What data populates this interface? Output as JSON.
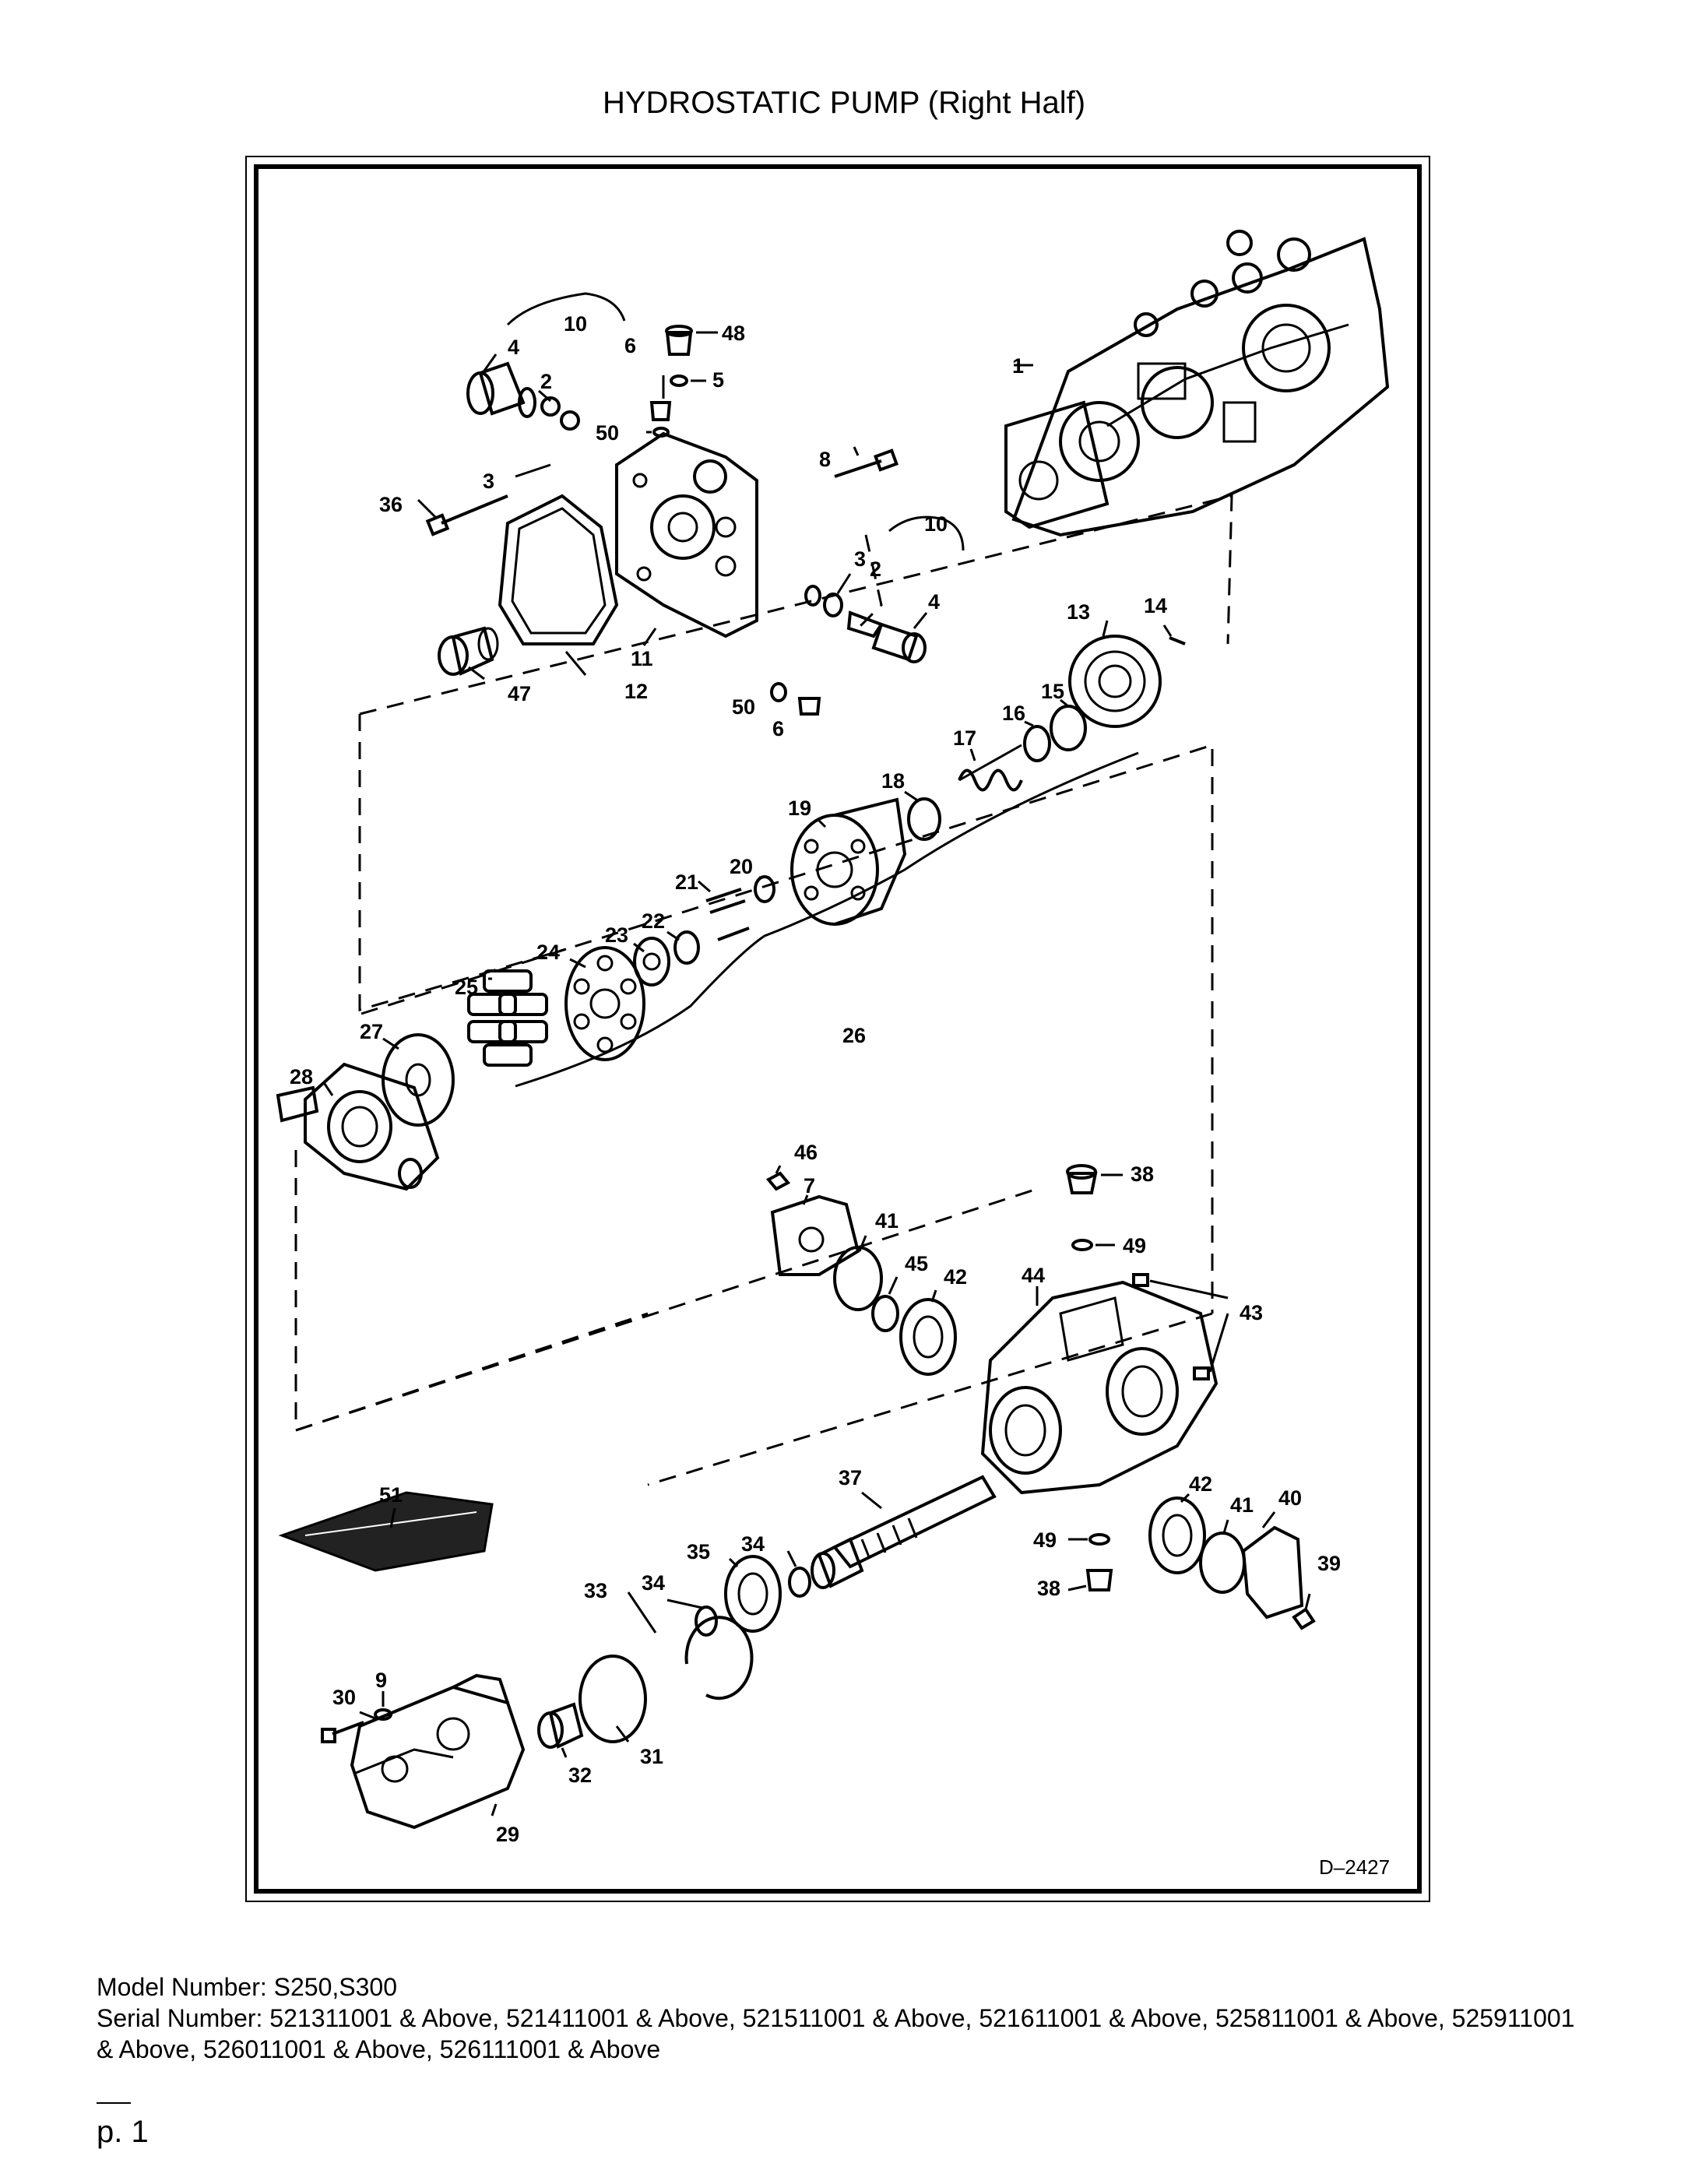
{
  "page": {
    "title": "HYDROSTATIC PUMP (Right Half)",
    "drawing_id": "D–2427",
    "model_line": "Model Number: S250,S300",
    "serial_line": "Serial Number: 521311001 & Above, 521411001 & Above, 521511001 & Above, 521611001 & Above, 525811001 & Above, 525911001 & Above, 526011001 & Above, 526111001 & Above",
    "page_number": "p. 1"
  },
  "callouts": [
    {
      "id": "c1",
      "text": "1"
    },
    {
      "id": "c2a",
      "text": "2"
    },
    {
      "id": "c2b",
      "text": "2"
    },
    {
      "id": "c3a",
      "text": "3"
    },
    {
      "id": "c3b",
      "text": "3"
    },
    {
      "id": "c4a",
      "text": "4"
    },
    {
      "id": "c4b",
      "text": "4"
    },
    {
      "id": "c5",
      "text": "5"
    },
    {
      "id": "c6a",
      "text": "6"
    },
    {
      "id": "c6b",
      "text": "6"
    },
    {
      "id": "c7",
      "text": "7"
    },
    {
      "id": "c8",
      "text": "8"
    },
    {
      "id": "c9",
      "text": "9"
    },
    {
      "id": "c10a",
      "text": "10"
    },
    {
      "id": "c10b",
      "text": "10"
    },
    {
      "id": "c11",
      "text": "11"
    },
    {
      "id": "c12",
      "text": "12"
    },
    {
      "id": "c13",
      "text": "13"
    },
    {
      "id": "c14",
      "text": "14"
    },
    {
      "id": "c15",
      "text": "15"
    },
    {
      "id": "c16",
      "text": "16"
    },
    {
      "id": "c17",
      "text": "17"
    },
    {
      "id": "c18",
      "text": "18"
    },
    {
      "id": "c19",
      "text": "19"
    },
    {
      "id": "c20",
      "text": "20"
    },
    {
      "id": "c21",
      "text": "21"
    },
    {
      "id": "c22",
      "text": "22"
    },
    {
      "id": "c23",
      "text": "23"
    },
    {
      "id": "c24",
      "text": "24"
    },
    {
      "id": "c25",
      "text": "25"
    },
    {
      "id": "c26",
      "text": "26"
    },
    {
      "id": "c27",
      "text": "27"
    },
    {
      "id": "c28",
      "text": "28"
    },
    {
      "id": "c29",
      "text": "29"
    },
    {
      "id": "c30",
      "text": "30"
    },
    {
      "id": "c31",
      "text": "31"
    },
    {
      "id": "c32",
      "text": "32"
    },
    {
      "id": "c33",
      "text": "33"
    },
    {
      "id": "c34a",
      "text": "34"
    },
    {
      "id": "c34b",
      "text": "34"
    },
    {
      "id": "c35",
      "text": "35"
    },
    {
      "id": "c36",
      "text": "36"
    },
    {
      "id": "c37",
      "text": "37"
    },
    {
      "id": "c38a",
      "text": "38"
    },
    {
      "id": "c38b",
      "text": "38"
    },
    {
      "id": "c39",
      "text": "39"
    },
    {
      "id": "c40",
      "text": "40"
    },
    {
      "id": "c41a",
      "text": "41"
    },
    {
      "id": "c41b",
      "text": "41"
    },
    {
      "id": "c42a",
      "text": "42"
    },
    {
      "id": "c42b",
      "text": "42"
    },
    {
      "id": "c43",
      "text": "43"
    },
    {
      "id": "c44",
      "text": "44"
    },
    {
      "id": "c45",
      "text": "45"
    },
    {
      "id": "c46",
      "text": "46"
    },
    {
      "id": "c47",
      "text": "47"
    },
    {
      "id": "c48",
      "text": "48"
    },
    {
      "id": "c49a",
      "text": "49"
    },
    {
      "id": "c49b",
      "text": "49"
    },
    {
      "id": "c50a",
      "text": "50"
    },
    {
      "id": "c50b",
      "text": "50"
    },
    {
      "id": "c51",
      "text": "51"
    }
  ]
}
